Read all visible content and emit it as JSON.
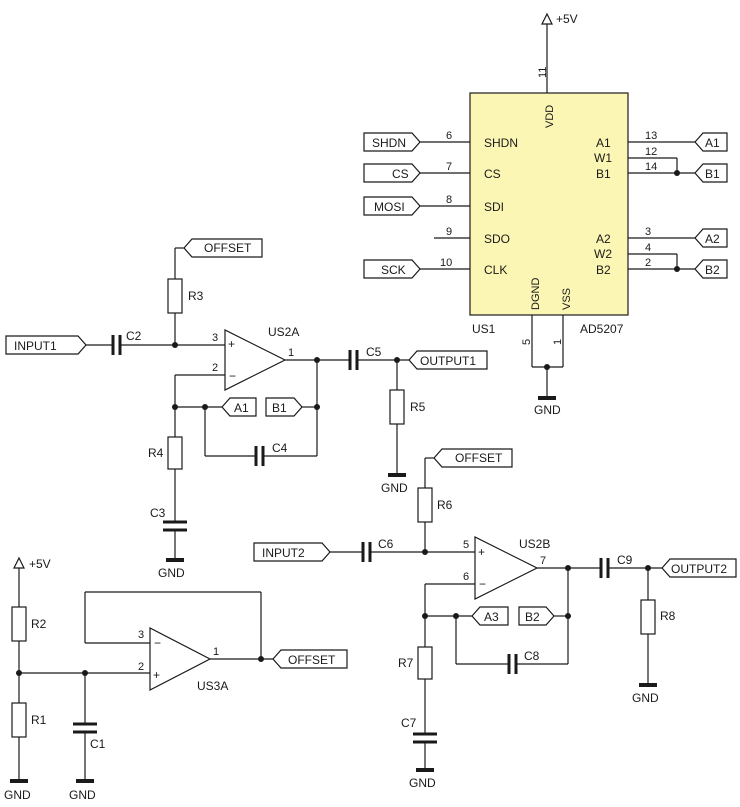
{
  "chip": {
    "ref": "US1",
    "part": "AD5207",
    "color": "#fcf6b4",
    "pins_left": [
      {
        "name": "SHDN",
        "num": "6"
      },
      {
        "name": "CS",
        "num": "7"
      },
      {
        "name": "SDI",
        "num": "8"
      },
      {
        "name": "SDO",
        "num": "9"
      },
      {
        "name": "CLK",
        "num": "10"
      }
    ],
    "pins_right": [
      {
        "name": "A1",
        "num": "13"
      },
      {
        "name": "W1",
        "num": "12"
      },
      {
        "name": "B1",
        "num": "14"
      },
      {
        "name": "A2",
        "num": "3"
      },
      {
        "name": "W2",
        "num": "4"
      },
      {
        "name": "B2",
        "num": "2"
      }
    ],
    "pin_vdd": {
      "name": "VDD",
      "num": "11"
    },
    "pin_dgnd": {
      "name": "DGND",
      "num": "5"
    },
    "pin_vss": {
      "name": "VSS",
      "num": "1"
    }
  },
  "left_signals": [
    "SHDN",
    "CS",
    "MOSI",
    "SCK"
  ],
  "right_signals": [
    "A1",
    "B1",
    "A2",
    "B2"
  ],
  "power": {
    "vcc": "+5V",
    "gnd": "GND"
  },
  "opamps": {
    "us2a": {
      "ref": "US2A",
      "pin_plus": "3",
      "pin_minus": "2",
      "pin_out": "1"
    },
    "us2b": {
      "ref": "US2B",
      "pin_plus": "5",
      "pin_minus": "6",
      "pin_out": "7"
    },
    "us3a": {
      "ref": "US3A",
      "pin_plus": "2",
      "pin_minus": "3",
      "pin_out": "1"
    }
  },
  "nets": {
    "input1": "INPUT1",
    "output1": "OUTPUT1",
    "input2": "INPUT2",
    "output2": "OUTPUT2",
    "offset": "OFFSET",
    "a1": "A1",
    "b1": "B1",
    "a3": "A3",
    "b2": "B2"
  },
  "resistors": [
    "R1",
    "R2",
    "R3",
    "R4",
    "R5",
    "R6",
    "R7",
    "R8"
  ],
  "capacitors": [
    "C1",
    "C2",
    "C3",
    "C4",
    "C5",
    "C6",
    "C7",
    "C8",
    "C9"
  ]
}
